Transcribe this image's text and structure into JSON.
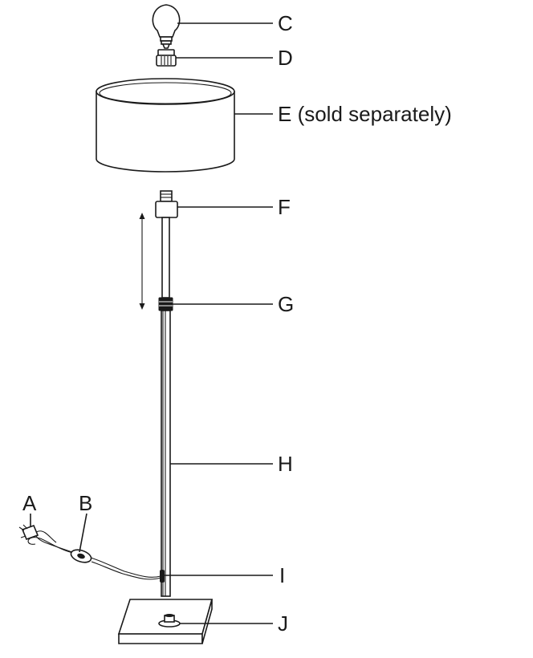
{
  "labels": {
    "a": "A",
    "b": "B",
    "c": "C",
    "d": "D",
    "e": "E (sold separately)",
    "f": "F",
    "g": "G",
    "h": "H",
    "i": "I",
    "j": "J"
  },
  "colors": {
    "line": "#1a1a1a",
    "fill": "#ffffff"
  }
}
